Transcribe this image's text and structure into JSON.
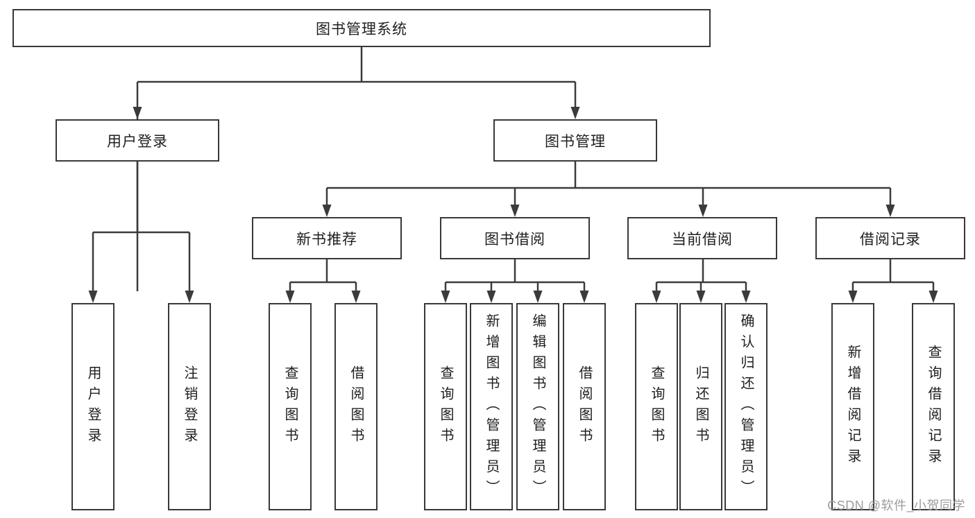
{
  "colors": {
    "background": "#ffffff",
    "line": "#3b3b3b",
    "box_border": "#383838",
    "text": "#1e1e1e",
    "watermark": "#9c9c9c"
  },
  "root": {
    "label": "图书管理系统"
  },
  "branches": {
    "user_login": {
      "label": "用户登录",
      "children": [
        {
          "label": "用户登录"
        },
        {
          "label": "注销登录"
        }
      ]
    },
    "book_mgmt": {
      "label": "图书管理",
      "children": [
        {
          "label": "新书推荐",
          "children": [
            {
              "label": "查询图书"
            },
            {
              "label": "借阅图书"
            }
          ]
        },
        {
          "label": "图书借阅",
          "children": [
            {
              "label": "查询图书"
            },
            {
              "label": "新增图书（管理员）"
            },
            {
              "label": "编辑图书（管理员）"
            },
            {
              "label": "借阅图书"
            }
          ]
        },
        {
          "label": "当前借阅",
          "children": [
            {
              "label": "查询图书"
            },
            {
              "label": "归还图书"
            },
            {
              "label": "确认归还（管理员）"
            }
          ]
        },
        {
          "label": "借阅记录",
          "children": [
            {
              "label": "新增借阅记录"
            },
            {
              "label": "查询借阅记录"
            }
          ]
        }
      ]
    }
  },
  "watermark": {
    "text": "CSDN @软件_小贺同学"
  }
}
